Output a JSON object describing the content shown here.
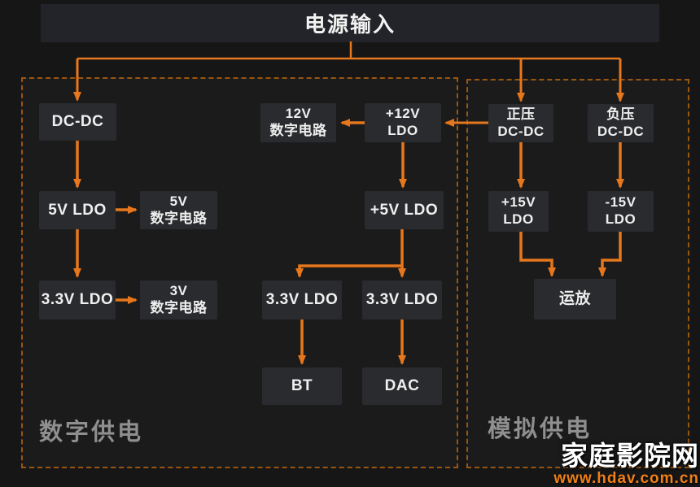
{
  "header": {
    "title": "电源输入"
  },
  "sections": {
    "digital": {
      "label": "数字供电"
    },
    "analog": {
      "label": "模拟供电"
    }
  },
  "nodes": {
    "dc_dc": {
      "lines": [
        "DC-DC"
      ]
    },
    "ldo_5v": {
      "lines": [
        "5V LDO"
      ]
    },
    "digital_5v": {
      "lines": [
        "5V",
        "数字电路"
      ]
    },
    "ldo_3v3_left": {
      "lines": [
        "3.3V LDO"
      ]
    },
    "digital_3v": {
      "lines": [
        "3V",
        "数字电路"
      ]
    },
    "digital_12v": {
      "lines": [
        "12V",
        "数字电路"
      ]
    },
    "ldo_p12v": {
      "lines": [
        "+12V",
        "LDO"
      ]
    },
    "ldo_p5v": {
      "lines": [
        "+5V LDO"
      ]
    },
    "ldo_3v3_mid_left": {
      "lines": [
        "3.3V LDO"
      ]
    },
    "ldo_3v3_mid_right": {
      "lines": [
        "3.3V LDO"
      ]
    },
    "bt": {
      "lines": [
        "BT"
      ]
    },
    "dac": {
      "lines": [
        "DAC"
      ]
    },
    "pos_dcdc": {
      "lines": [
        "正压",
        "DC-DC"
      ]
    },
    "neg_dcdc": {
      "lines": [
        "负压",
        "DC-DC"
      ]
    },
    "ldo_p15v": {
      "lines": [
        "+15V",
        "LDO"
      ]
    },
    "ldo_n15v": {
      "lines": [
        "-15V",
        "LDO"
      ]
    },
    "opamp": {
      "lines": [
        "运放"
      ]
    }
  },
  "watermark": {
    "site_name": "家庭影院网",
    "site_url": "www.hdav.com.cn"
  },
  "colors": {
    "arrow": "#e6771d",
    "dashed_border": "#9a560f",
    "box_bg": "#2a2b2e",
    "header_bg": "#232429",
    "page_bg": "#161617",
    "section_label": "#8f8f8f",
    "watermark_url": "#ef7f16",
    "box_text": "#efefef"
  }
}
